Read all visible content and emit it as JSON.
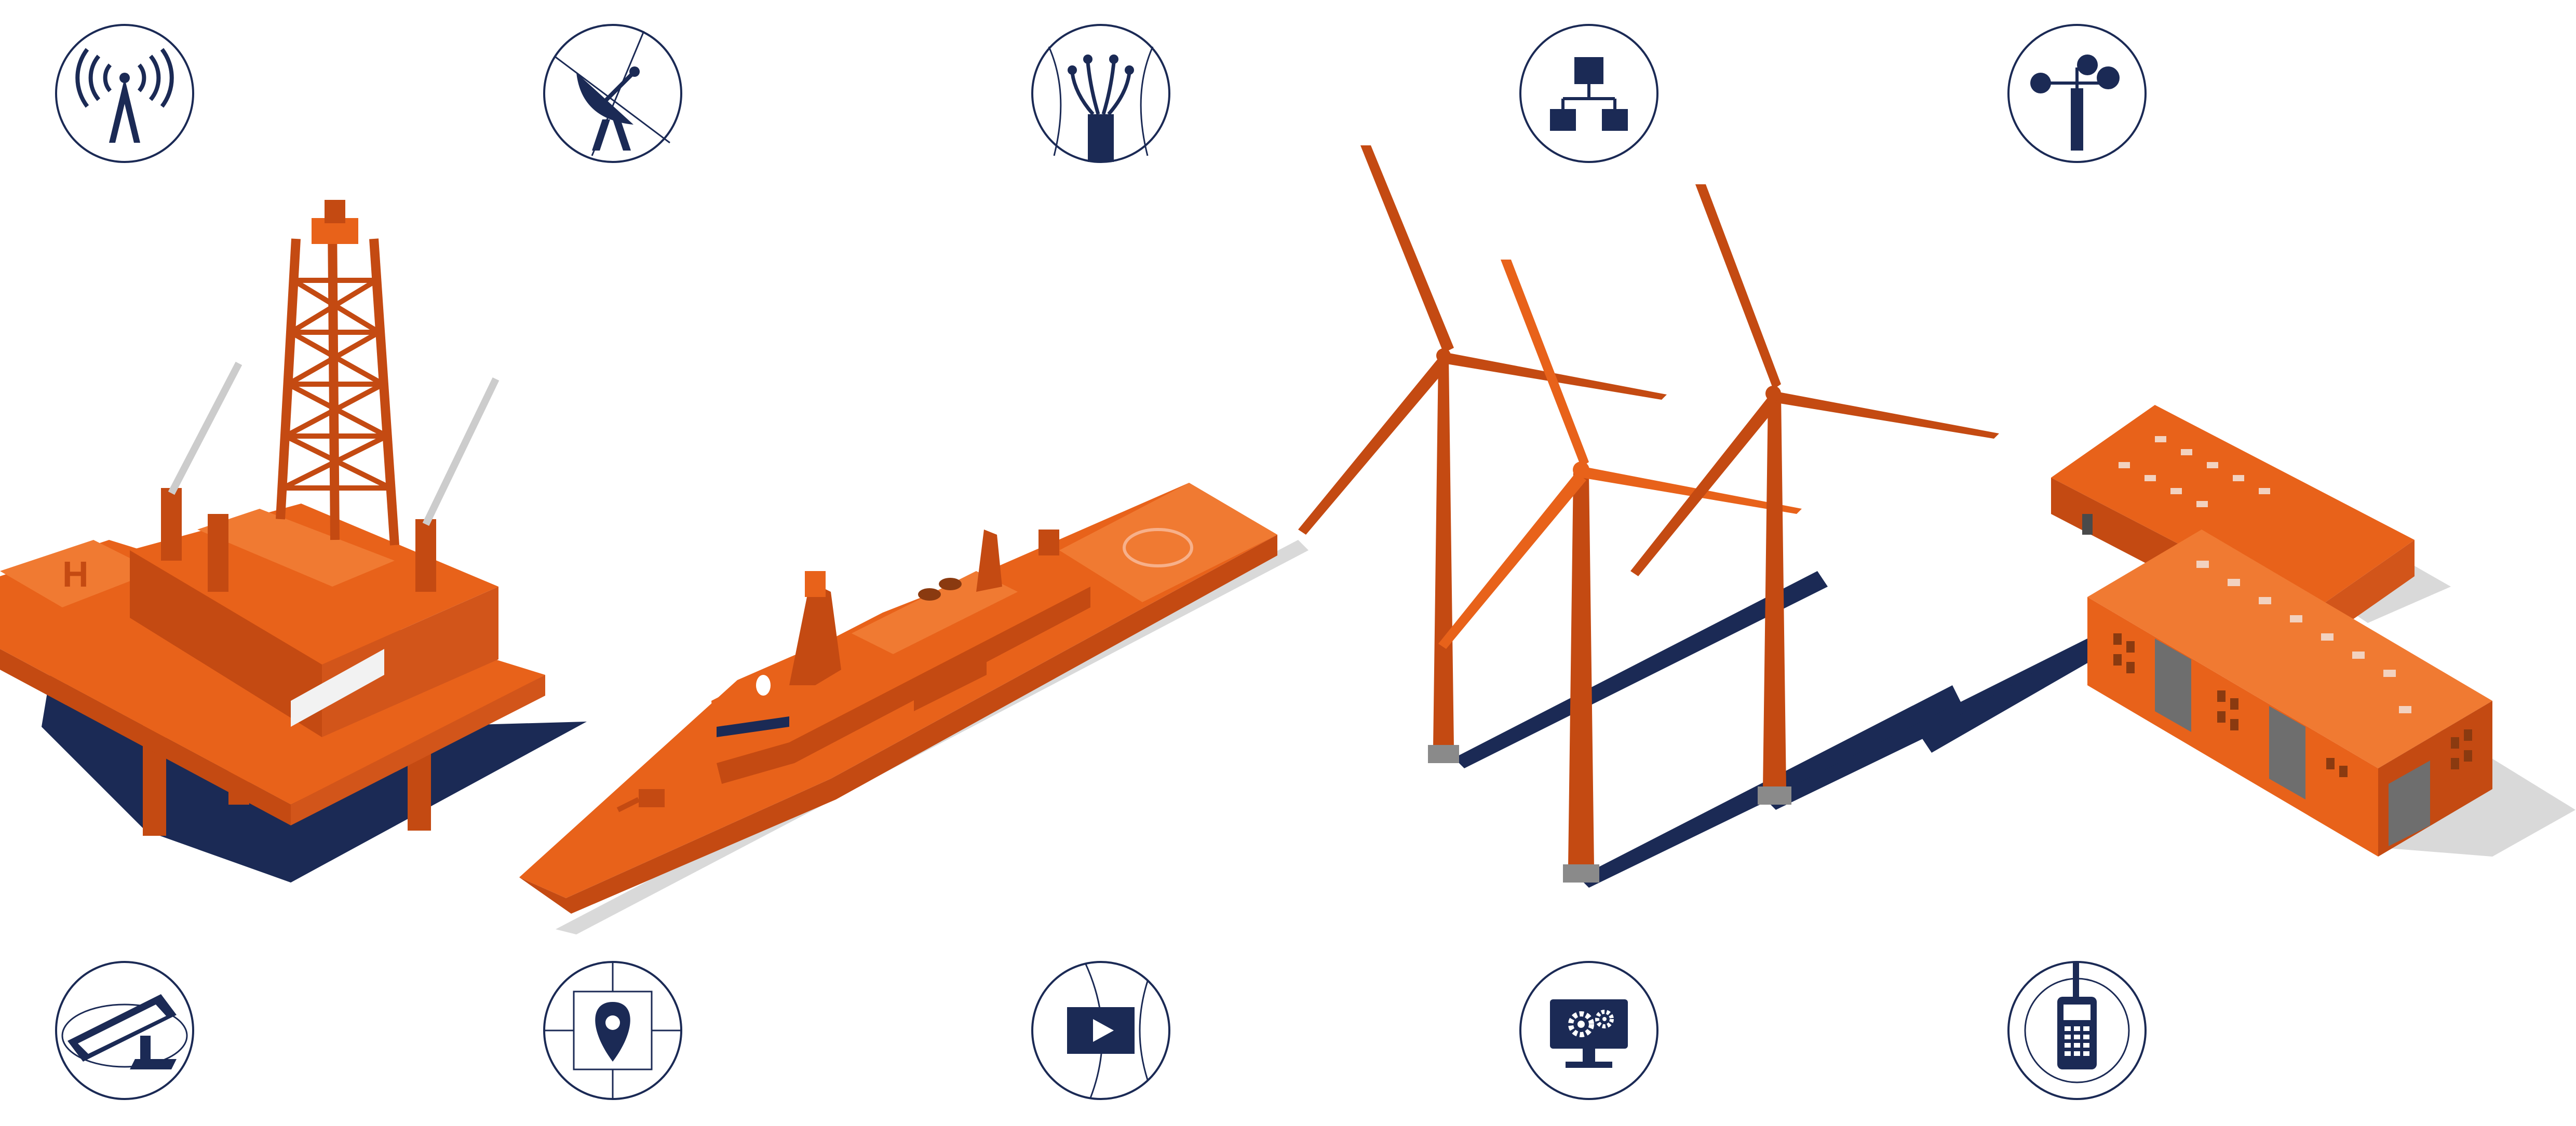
{
  "colors": {
    "orange": "#E8621A",
    "orange_dark": "#C44A12",
    "orange_light": "#F07A32",
    "navy": "#1B2A55",
    "grey_shadow": "#D9D9D9",
    "grey_base": "#8A8A8A",
    "white": "#FFFFFF"
  },
  "icons_top": [
    {
      "icon": "radio-tower-icon"
    },
    {
      "icon": "satellite-dish-icon"
    },
    {
      "icon": "fiber-optic-icon"
    },
    {
      "icon": "network-hierarchy-icon"
    },
    {
      "icon": "anemometer-icon"
    }
  ],
  "icons_bottom": [
    {
      "icon": "cctv-camera-icon"
    },
    {
      "icon": "location-pin-icon"
    },
    {
      "icon": "video-play-icon"
    },
    {
      "icon": "monitor-settings-icon"
    },
    {
      "icon": "two-way-radio-icon"
    }
  ],
  "scene": [
    {
      "item": "oil-rig-platform"
    },
    {
      "item": "naval-ship"
    },
    {
      "item": "wind-turbines"
    },
    {
      "item": "industrial-buildings"
    }
  ]
}
